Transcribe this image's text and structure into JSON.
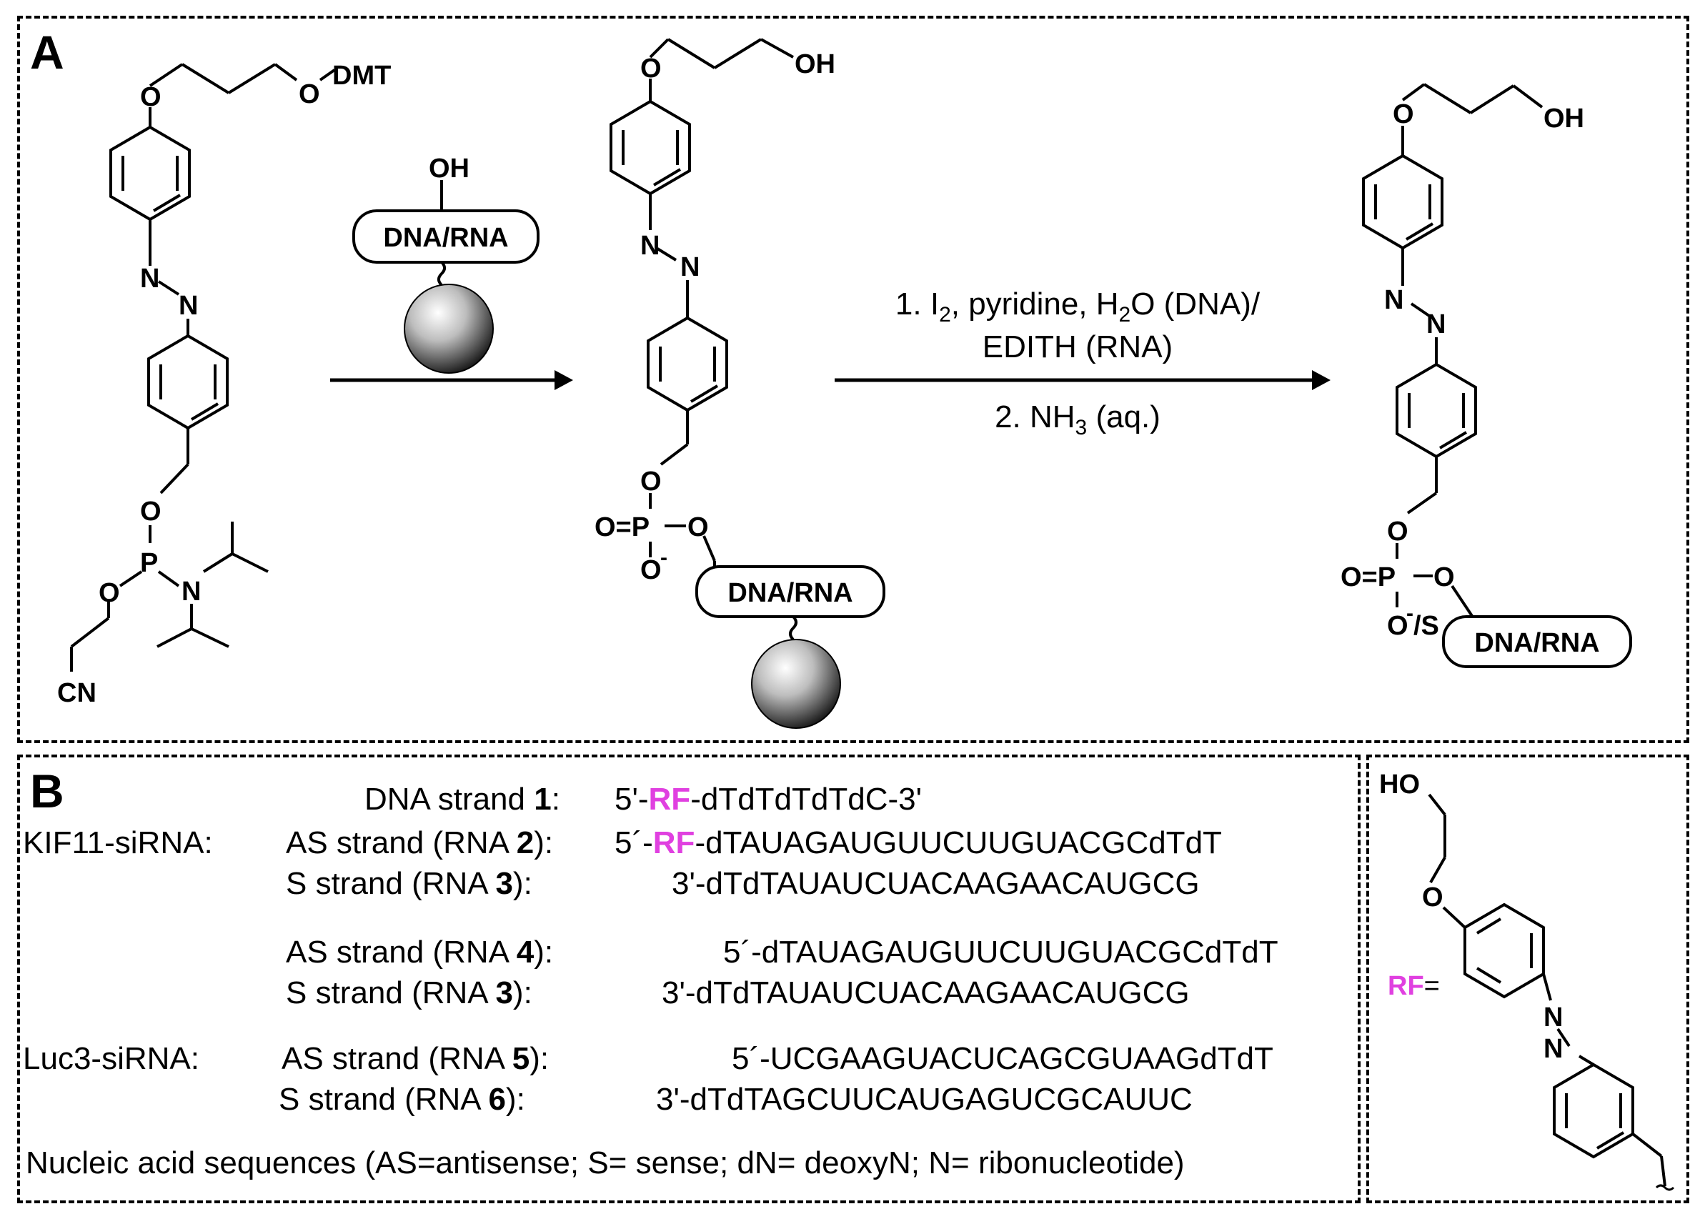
{
  "panelA": {
    "label": "A",
    "mol1": {
      "dmt": "DMT",
      "o_top": "O",
      "o_bottom": "O",
      "n1": "N",
      "n2": "N",
      "o_p": "O",
      "p": "P",
      "o_ce": "O",
      "n_ipr": "N",
      "cn": "CN"
    },
    "reagent": {
      "oh": "OH",
      "box": "DNA/RNA"
    },
    "mol2": {
      "o_top": "O",
      "oh": "OH",
      "n1": "N",
      "n2": "N",
      "o_link": "O",
      "po": "O=P",
      "o_right": "O",
      "o_minus": "O",
      "minus": "-",
      "box": "DNA/RNA"
    },
    "conditions": {
      "step1_prefix": "1. I",
      "step1_sub": "2",
      "step1_mid": ", pyridine, H",
      "step1_sub2": "2",
      "step1_suffix": "O (DNA)/",
      "step1_line2": "EDITH (RNA)",
      "step2_prefix": "2. NH",
      "step2_sub": "3",
      "step2_suffix": " (aq.)"
    },
    "mol3": {
      "o_top": "O",
      "oh": "OH",
      "n1": "N",
      "n2": "N",
      "o_link": "O",
      "po": "O=P",
      "o_right": "O",
      "o_minus": "O",
      "minus": "-",
      "slash_s": "/S",
      "box": "DNA/RNA"
    }
  },
  "panelB": {
    "label": "B",
    "rows": [
      {
        "group": "",
        "name_pre": "DNA strand ",
        "num": "1",
        "name_post": ":",
        "seq_pre": "5'-",
        "rf": "RF",
        "seq_post": "-dTdTdTdTdC-3'"
      },
      {
        "group": "KIF11-siRNA:",
        "name_pre": "AS strand (RNA ",
        "num": "2",
        "name_post": "):",
        "seq_pre": "5´-",
        "rf": "RF",
        "seq_post": "-dTAUAGAUGUUCUUGUACGCdTdT"
      },
      {
        "group": "",
        "name_pre": "S strand (RNA ",
        "num": "3",
        "name_post": "):",
        "seq_pre": "",
        "rf": "",
        "seq_post": "3'-dTdTAUAUCUACAAGAACAUGCG"
      },
      {
        "group": "",
        "name_pre": "AS strand (RNA ",
        "num": "4",
        "name_post": "):",
        "seq_pre": "",
        "rf": "",
        "seq_post": "5´-dTAUAGAUGUUCUUGUACGCdTdT"
      },
      {
        "group": "",
        "name_pre": "S strand (RNA ",
        "num": "3",
        "name_post": "):",
        "seq_pre": "",
        "rf": "",
        "seq_post": "3'-dTdTAUAUCUACAAGAACAUGCG"
      },
      {
        "group": "Luc3-siRNA:",
        "name_pre": "AS strand (RNA ",
        "num": "5",
        "name_post": "):",
        "seq_pre": "",
        "rf": "",
        "seq_post": "5´-UCGAAGUACUCAGCGUAAGdTdT"
      },
      {
        "group": "",
        "name_pre": "S strand (RNA ",
        "num": "6",
        "name_post": "):",
        "seq_pre": "",
        "rf": "",
        "seq_post": "3'-dTdTAGCUUCAUGAGUCGCAUUC"
      }
    ],
    "footnote": "Nucleic acid sequences (AS=antisense; S= sense; dN= deoxyN; N= ribonucleotide)"
  },
  "panelC": {
    "ho": "HO",
    "o": "O",
    "n1": "N",
    "n2": "N",
    "rf": "RF",
    "eq": "="
  },
  "colors": {
    "rf": "#e040e0"
  }
}
